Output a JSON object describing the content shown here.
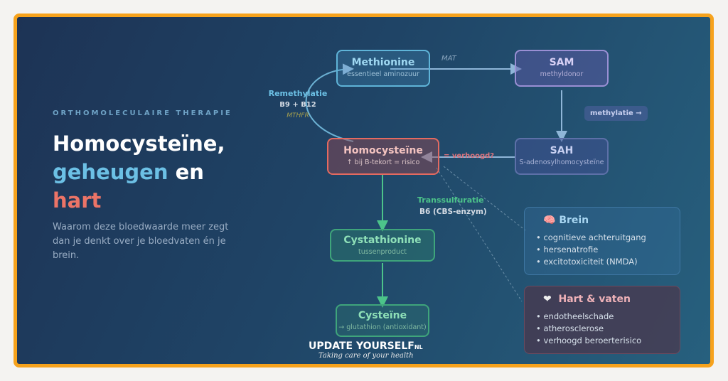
{
  "kicker": "ORTHOMOLECULAIRE THERAPIE",
  "title": {
    "line1": "Homocysteïne,",
    "word_blue": "geheugen",
    "word_en": " en",
    "word_red": "hart"
  },
  "subtitle": "Waarom deze bloedwaarde meer zegt dan je denkt over je bloedvaten én je brein.",
  "nodes": {
    "methionine": {
      "name": "Methionine",
      "sub": "essentieel aminozuur"
    },
    "sam": {
      "name": "SAM",
      "sub": "methyldonor"
    },
    "sah": {
      "name": "SAH",
      "sub": "S-adenosylhomocysteïne"
    },
    "homocysteine": {
      "name": "Homocysteïne",
      "sub": "↑ bij B-tekort = risico"
    },
    "cystathionine": {
      "name": "Cystathionine",
      "sub": "tussenproduct"
    },
    "cysteine": {
      "name": "Cysteïne",
      "sub": "→ glutathion (antioxidant)"
    }
  },
  "labels": {
    "mat": "MAT",
    "remethylatie": "Remethylatie",
    "b9b12": "B9 + B12",
    "mthfr": "MTHFR",
    "methylatie": "methylatie →",
    "verhoogd": "= verhoogd?",
    "transsulfuratie": "Transsulfuratie",
    "b6": "B6 (CBS-enzym)"
  },
  "brein": {
    "icon": "brain-icon",
    "title": "Brein",
    "items": [
      "cognitieve achteruitgang",
      "hersenatrofie",
      "excitotoxiciteit (NMDA)"
    ]
  },
  "hart": {
    "icon": "heart-icon",
    "title": "Hart & vaten",
    "items": [
      "endotheelschade",
      "atherosclerose",
      "verhoogd beroerterisico"
    ]
  },
  "logo": {
    "name": "UPDATE YOURSELF",
    "suffix": "NL",
    "tagline": "Taking care of your health"
  },
  "colors": {
    "frame": "#f6a21c",
    "blue": "#6cc0e5",
    "red": "#ec7467",
    "green": "#4cc38a",
    "purple": "#a99be0"
  }
}
